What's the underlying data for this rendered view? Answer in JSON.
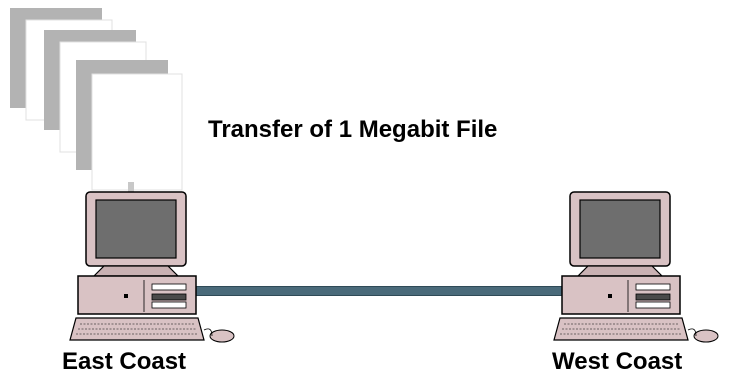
{
  "diagram": {
    "title": "Transfer of 1 Megabit File",
    "nodes": [
      {
        "label": "East Coast",
        "icon": "desktop-computer-icon"
      },
      {
        "label": "West Coast",
        "icon": "desktop-computer-icon"
      }
    ],
    "link": {
      "icon": "network-cable",
      "color": "#4a6a7a"
    },
    "file_icon": "document-stack-icon"
  }
}
